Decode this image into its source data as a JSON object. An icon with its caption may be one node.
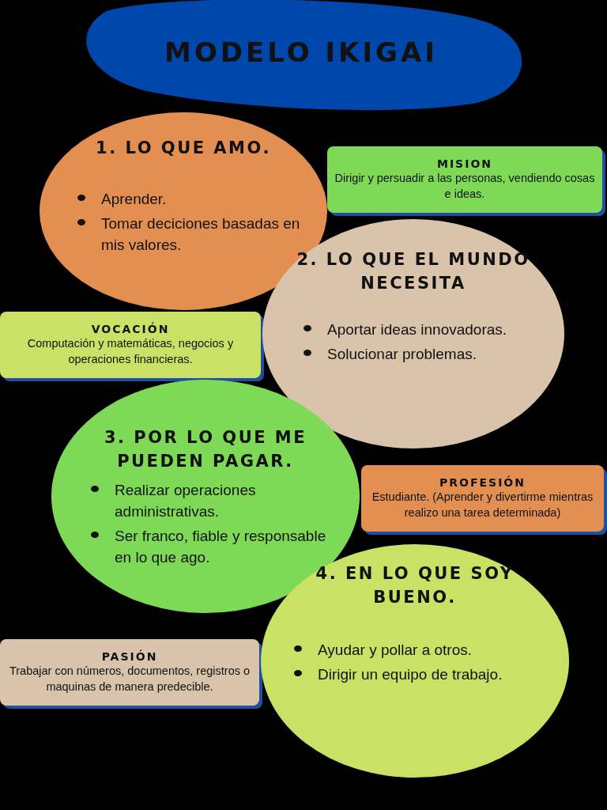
{
  "diagram": {
    "nodes": [
      {
        "text": [
          "MODELO IKIGAI"
        ]
      },
      {
        "text": [
          "1. LO QUE AMO.",
          "Aprender.",
          "Tomar deciciones basadas en mis valores."
        ]
      },
      {
        "text": [
          "MISION",
          "Dirigir y persuadir a las personas, vendiendo cosas e ideas."
        ]
      },
      {
        "text": [
          "2. LO QUE EL MUNDO NECESITA",
          "Aportar ideas innovadoras.",
          "Solucionar problemas."
        ]
      },
      {
        "text": [
          "VOCACIÓN",
          "Computación y matemáticas, negocios y operaciones financieras."
        ]
      },
      {
        "text": [
          "3. POR LO QUE ME PUEDEN PAGAR.",
          "Realizar operaciones administrativas.",
          "Ser franco, fiable y responsable en lo que ago."
        ]
      },
      {
        "text": [
          "PROFESIÓN",
          "Estudiante. (Aprender y divertirme mientras realizo una tarea determinada)"
        ]
      },
      {
        "text": [
          "4. EN LO QUE SOY BUENO.",
          "Ayudar y pollar a otros.",
          "Dirigir un equipo de trabajo."
        ]
      },
      {
        "text": [
          "PASIÓN",
          "Trabajar con números, documentos, registros o maquinas de manera predecible."
        ]
      }
    ]
  }
}
